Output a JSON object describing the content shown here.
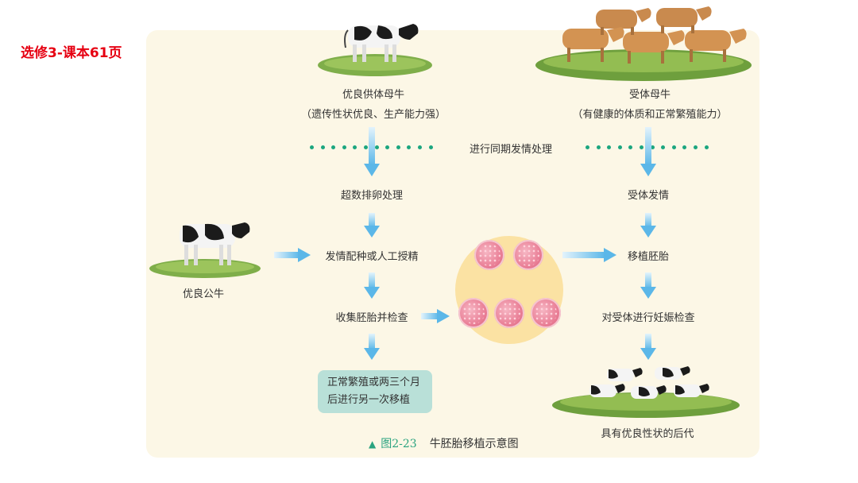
{
  "page_ref": "选修3-课本61页",
  "donor": {
    "title": "优良供体母牛",
    "subtitle": "（遗传性状优良、生产能力强）"
  },
  "recipient": {
    "title": "受体母牛",
    "subtitle": "（有健康的体质和正常繁殖能力）"
  },
  "sync_label": "进行同期发情处理",
  "steps_left": {
    "superovulation": "超数排卵处理",
    "insemination": "发情配种或人工授精",
    "collect": "收集胚胎并检查"
  },
  "bull_label": "优良公牛",
  "note_box": {
    "line1": "正常繁殖或两三个月",
    "line2": "后进行另一次移植"
  },
  "steps_right": {
    "estrus": "受体发情",
    "transfer": "移植胚胎",
    "pregnancy_check": "对受体进行妊娠检查"
  },
  "offspring_label": "具有优良性状的后代",
  "caption": {
    "marker": "▲",
    "figure": "图2-23",
    "title": "牛胚胎移植示意图"
  },
  "colors": {
    "accent_red": "#e60012",
    "arrow_blue": "#5bb7e8",
    "dot_green": "#1ba67f",
    "panel_bg": "#fcf7e6",
    "note_bg": "#b9e0d8",
    "embryo_disc": "#fbe2a3"
  }
}
